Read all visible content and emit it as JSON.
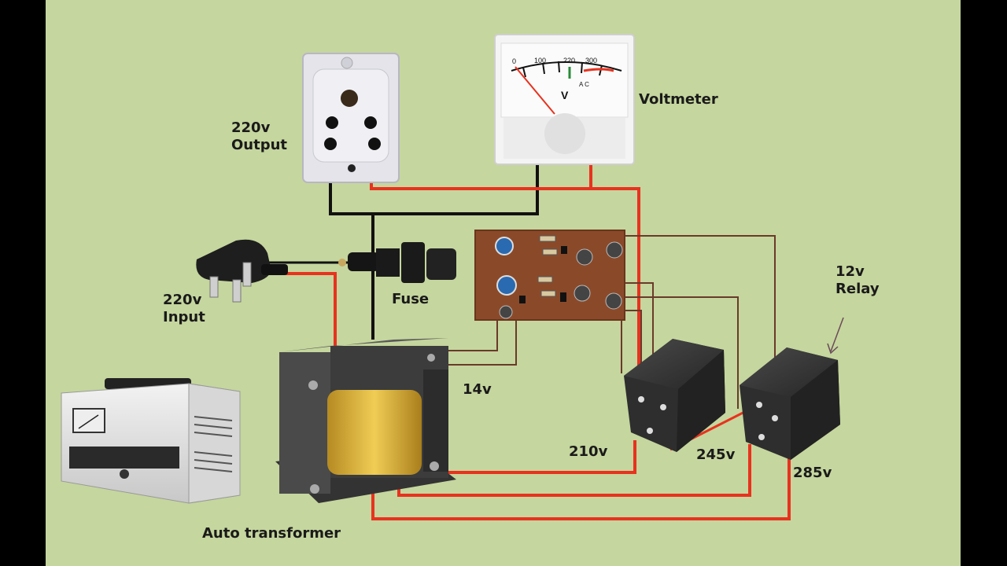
{
  "labels": {
    "output": [
      "220v",
      "Output"
    ],
    "voltmeter": "Voltmeter",
    "input": [
      "220v",
      "Input"
    ],
    "fuse": "Fuse",
    "relay": [
      "12v",
      "Relay"
    ],
    "v14": "14v",
    "v210": "210v",
    "v245": "245v",
    "v285": "285v",
    "auto": "Auto transformer"
  },
  "meter": {
    "scale": [
      "0",
      "100",
      "220",
      "300"
    ],
    "unit": "V",
    "ac": "A C"
  },
  "colors": {
    "background": "#c5d69e",
    "wire_live": "#e8321e",
    "wire_neutral": "#111111",
    "wire_signal": "#5a2a1a",
    "pcb": "#8a4a2a",
    "relay": "#2e2e2e",
    "coil": "#e2b83c"
  }
}
